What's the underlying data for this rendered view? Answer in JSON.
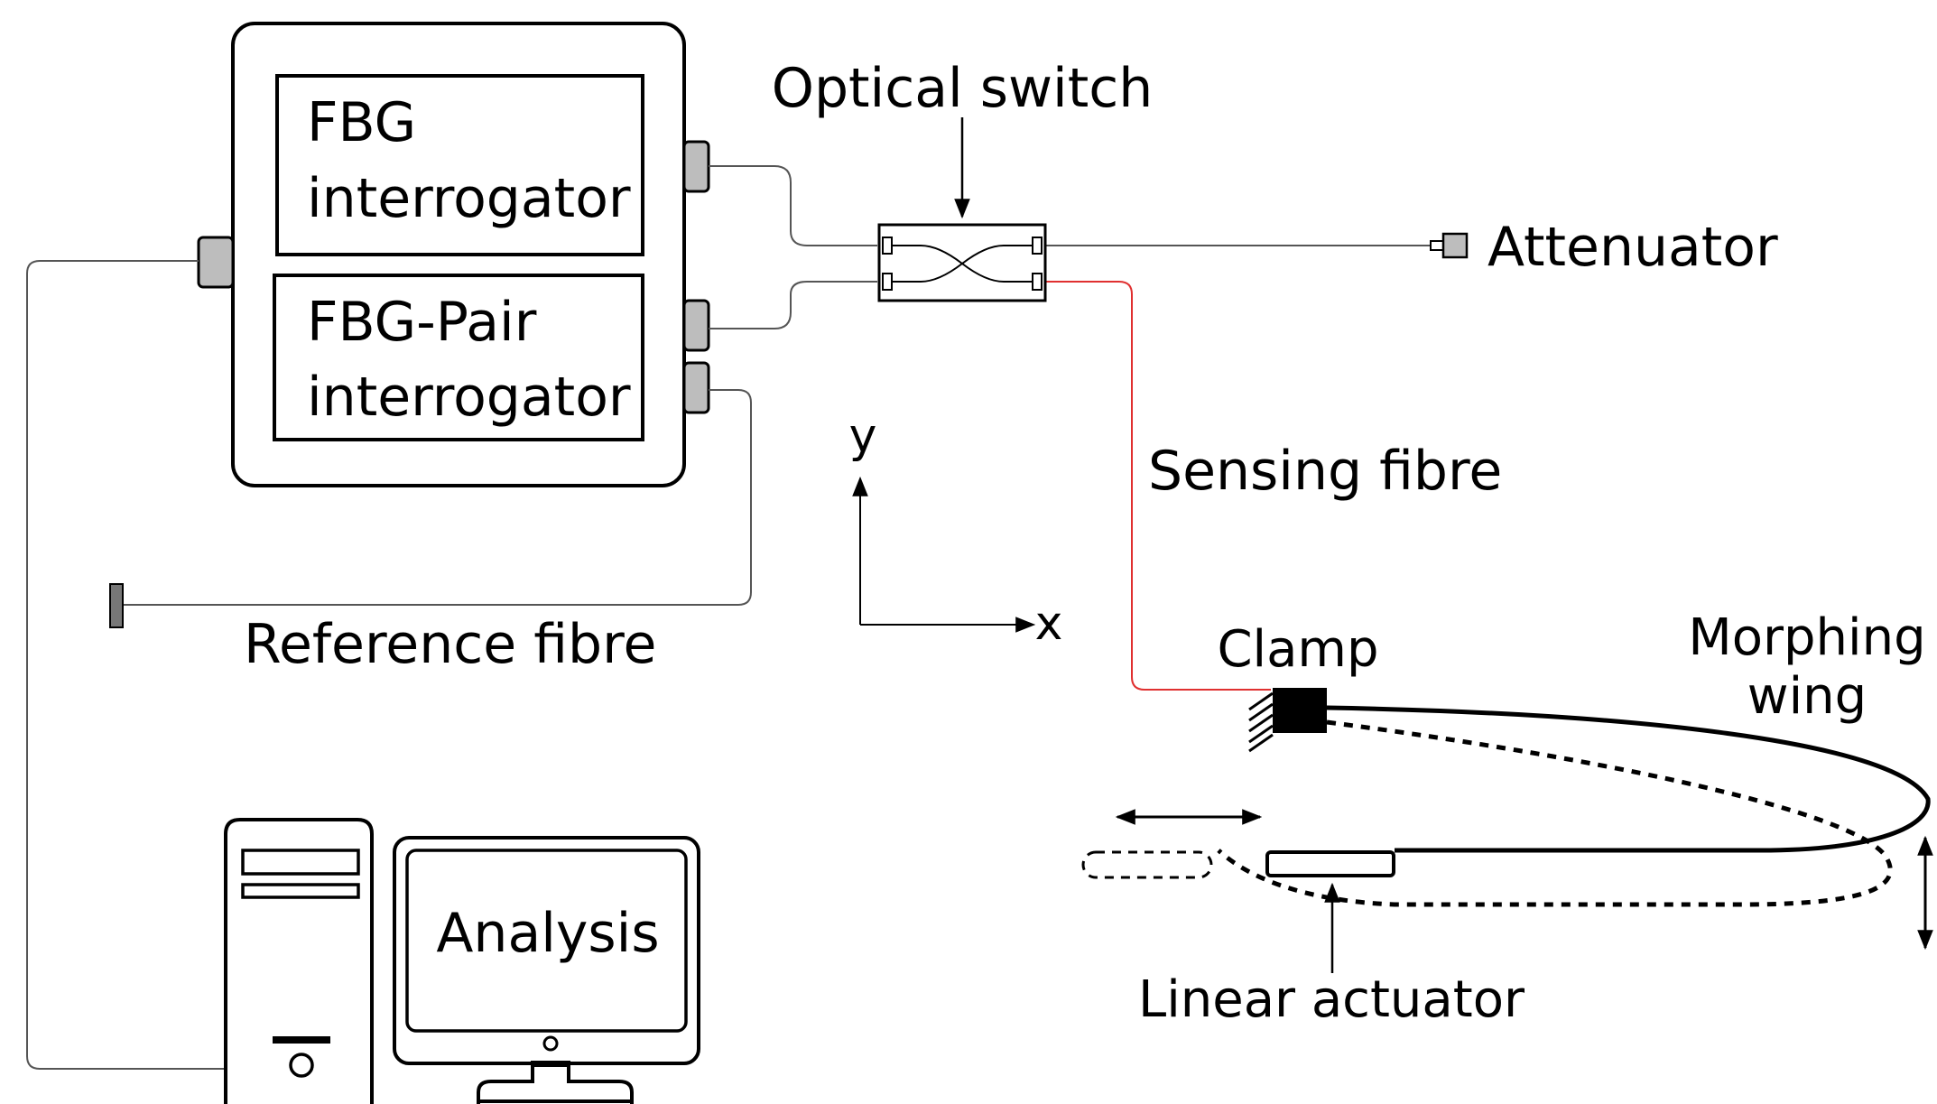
{
  "labels": {
    "fbg_line1": "FBG",
    "fbg_line2": "interrogator",
    "pair_line1": "FBG-Pair",
    "pair_line2": "interrogator",
    "optical_switch": "Optical switch",
    "attenuator": "Attenuator",
    "sensing_fibre": "Sensing fibre",
    "reference_fibre": "Reference fibre",
    "clamp": "Clamp",
    "morphing_wing_line1": "Morphing",
    "morphing_wing_line2": "wing",
    "linear_actuator": "Linear actuator",
    "analysis": "Analysis",
    "axis_x": "x",
    "axis_y": "y"
  },
  "colors": {
    "line": "#000000",
    "fibre": "#555555",
    "sensing_fibre": "#e03030",
    "connector": "#bdbdbd",
    "clamp": "#000000"
  }
}
